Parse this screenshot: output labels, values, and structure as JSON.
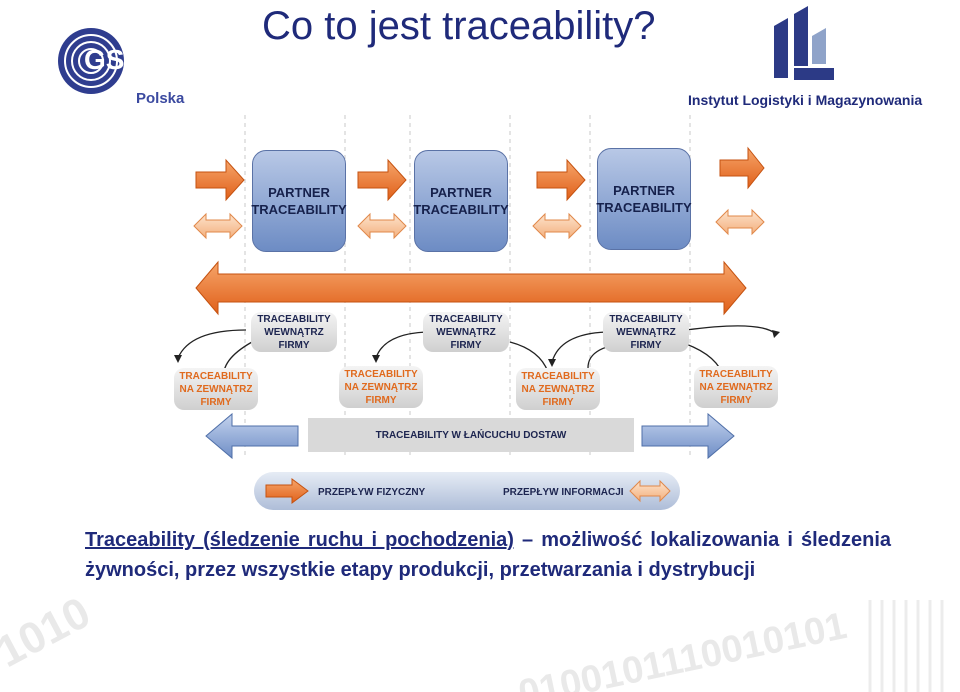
{
  "title": "Co to jest traceability?",
  "logos": {
    "gs1_mark": "GS1",
    "gs1_subtitle": "Polska",
    "ilm_name": "Instytut Logistyki i Magazynowania"
  },
  "diagram": {
    "partners": [
      "PARTNER TRACEABILITY",
      "PARTNER TRACEABILITY",
      "PARTNER TRACEABILITY"
    ],
    "internal": [
      "TRACEABILITY WEWNĄTRZ FIRMY",
      "TRACEABILITY WEWNĄTRZ FIRMY",
      "TRACEABILITY WEWNĄTRZ FIRMY"
    ],
    "external": [
      "TRACEABILITY NA ZEWNĄTRZ FIRMY",
      "TRACEABILITY NA ZEWNĄTRZ FIRMY",
      "TRACEABILITY NA ZEWNĄTRZ FIRMY",
      "TRACEABILITY NA ZEWNĄTRZ FIRMY"
    ],
    "chain": "TRACEABILITY W ŁAŃCUCHU DOSTAW",
    "legend": {
      "physical": "PRZEPŁYW FIZYCZNY",
      "information": "PRZEPŁYW INFORMACJI"
    },
    "colors": {
      "orange": "#ed6d1f",
      "blue": "#7f9fcf",
      "partner_box": "#8aa2d2"
    }
  },
  "description": {
    "term": "Traceability (śledzenie ruchu i pochodzenia)",
    "rest": " – możliwość lokalizowania i śledzenia żywności, przez wszystkie etapy produkcji, przetwarzania i dystrybucji"
  }
}
